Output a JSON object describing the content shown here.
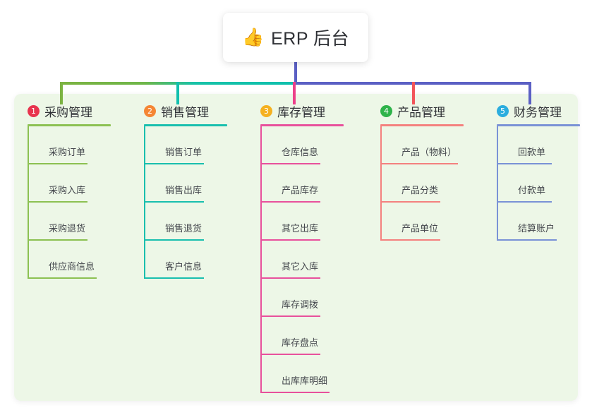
{
  "root": {
    "icon": "thumbs-up-icon",
    "emoji": "👍",
    "label": "ERP 后台"
  },
  "palette": {
    "panel_background": "#edf7e7",
    "page_background": "#ffffff",
    "root_stem": "#5b60c4",
    "bus_left": "#7cb342",
    "bus_mid": "#12bfae",
    "bus_right": "#5b60c4"
  },
  "columns": [
    {
      "number": "1",
      "title": "采购管理",
      "badge_color": "#e8344e",
      "accent_color": "#8cc152",
      "head_rule_width": 118,
      "items": [
        {
          "label": "采购订单",
          "rule_width": 85
        },
        {
          "label": "采购入库",
          "rule_width": 85
        },
        {
          "label": "采购退货",
          "rule_width": 85
        },
        {
          "label": "供应商信息",
          "rule_width": 98
        }
      ]
    },
    {
      "number": "2",
      "title": "销售管理",
      "badge_color": "#f58634",
      "accent_color": "#19bfae",
      "head_rule_width": 118,
      "items": [
        {
          "label": "销售订单",
          "rule_width": 85
        },
        {
          "label": "销售出库",
          "rule_width": 85
        },
        {
          "label": "销售退货",
          "rule_width": 85
        },
        {
          "label": "客户信息",
          "rule_width": 85
        }
      ]
    },
    {
      "number": "3",
      "title": "库存管理",
      "badge_color": "#f5b120",
      "accent_color": "#e8519c",
      "head_rule_width": 118,
      "items": [
        {
          "label": "仓库信息",
          "rule_width": 85
        },
        {
          "label": "产品库存",
          "rule_width": 85
        },
        {
          "label": "其它出库",
          "rule_width": 85
        },
        {
          "label": "其它入库",
          "rule_width": 85
        },
        {
          "label": "库存调拨",
          "rule_width": 85
        },
        {
          "label": "库存盘点",
          "rule_width": 85
        },
        {
          "label": "出库库明细",
          "rule_width": 98
        }
      ]
    },
    {
      "number": "4",
      "title": "产品管理",
      "badge_color": "#2eb34a",
      "accent_color": "#f4817f",
      "head_rule_width": 118,
      "items": [
        {
          "label": "产品（物料）",
          "rule_width": 110
        },
        {
          "label": "产品分类",
          "rule_width": 85
        },
        {
          "label": "产品单位",
          "rule_width": 85
        }
      ]
    },
    {
      "number": "5",
      "title": "财务管理",
      "badge_color": "#2badde",
      "accent_color": "#7a92d6",
      "head_rule_width": 118,
      "items": [
        {
          "label": "回款单",
          "rule_width": 78
        },
        {
          "label": "付款单",
          "rule_width": 78
        },
        {
          "label": "结算账户",
          "rule_width": 85
        }
      ]
    }
  ]
}
